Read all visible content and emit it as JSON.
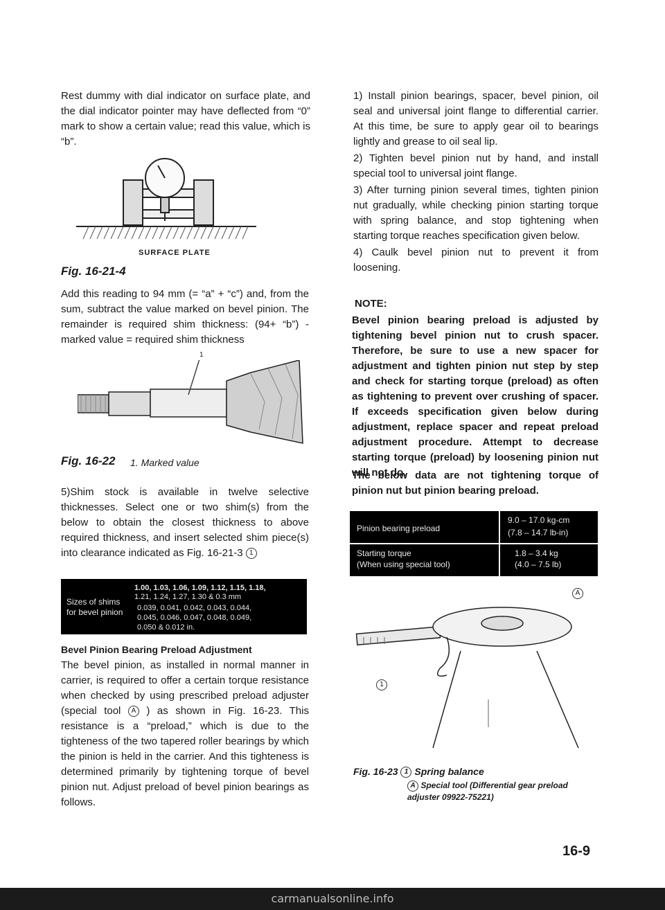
{
  "left": {
    "para1": "Rest dummy with dial indicator on surface plate, and the dial indicator pointer may have deflected from “0” mark to show a certain value; read this value, which is “b”.",
    "fig4_label": "SURFACE PLATE",
    "fig4_caption": "Fig. 16-21-4",
    "para2": "Add this reading to 94 mm (= “a” + “c”) and, from the sum, subtract the value marked on bevel pinion. The remainder is required shim thickness: (94+ “b”) - marked value = required shim thickness",
    "fig22_callout": "1",
    "fig22_caption": "Fig. 16-22",
    "fig22_note": "1. Marked value",
    "step5": "5)Shim stock is available in twelve selective thicknesses. Select one or two shim(s) from the below to obtain the closest thickness to above required thickness, and insert selected shim piece(s) into clearance indicated as Fig. 16-21-3",
    "step5_ref": "1",
    "shim_table": {
      "label": "Sizes of shims for bevel pinion",
      "mm_line1": "1.00, 1.03, 1.06, 1.09, 1.12, 1.15, 1.18,",
      "mm_line2": "1.21, 1.24, 1.27, 1.30 & 0.3 mm",
      "in_line1": "0.039, 0.041, 0.042, 0.043, 0.044,",
      "in_line2": "0.045, 0.046, 0.047, 0.048, 0.049,",
      "in_line3": "0.050 & 0.012 in."
    },
    "heading": "Bevel Pinion Bearing Preload Adjustment",
    "para3": "The bevel pinion, as installed in normal manner in carrier, is required to offer a certain torque resistance when checked by using prescribed preload adjuster (special tool",
    "para3_tool": "A",
    "para3_rest": ") as shown in Fig. 16-23. This resistance is a “preload,” which is due to the tighteness of the two tapered roller bearings by which the pinion is held in the carrier. And this tighteness is determined primarily by tightening torque of bevel pinion nut. Adjust preload of bevel pinion bearings as follows."
  },
  "right": {
    "steps": [
      {
        "num": "1)",
        "text": "Install pinion bearings, spacer, bevel pinion, oil seal and universal joint flange to differential carrier. At this time, be sure to apply gear oil to bearings lightly and grease to oil seal lip."
      },
      {
        "num": "2)",
        "text": "Tighten bevel pinion nut by hand, and install special tool to universal joint flange."
      },
      {
        "num": "3)",
        "text": "After turning pinion several times, tighten pinion nut gradually, while checking pinion starting torque with spring balance, and stop tightening when starting torque reaches specification given below."
      },
      {
        "num": "4)",
        "text": "Caulk bevel pinion nut to prevent it from loosening."
      }
    ],
    "note_title": "NOTE:",
    "note_body": "Bevel pinion bearing preload is adjusted by tightening bevel pinion nut to crush spacer. Therefore, be sure to use a new spacer for adjustment and tighten pinion nut step by step and check for starting torque (preload) as often as tightening to prevent over crushing of spacer. If exceeds specification given below during adjustment, replace spacer and repeat preload adjustment procedure. Attempt to decrease starting torque (preload) by loosening pinion nut will not do.",
    "note_extra": "The below data are not tightening torque of pinion nut but pinion bearing preload.",
    "preload_table": {
      "row1_label": "Pinion bearing preload",
      "row1_v1": "9.0 – 17.0 kg-cm",
      "row1_v2": "(7.8 – 14.7 lb-in)",
      "row2_label1": "Starting torque",
      "row2_label2": "(When using special tool)",
      "row2_v1": "1.8 – 3.4 kg",
      "row2_v2": "(4.0 – 7.5 lb)"
    },
    "fig23_callout_a": "A",
    "fig23_callout_1": "1",
    "fig23_caption": "Fig. 16-23",
    "fig23_item1": "Spring balance",
    "fig23_item2": "Special tool (Differential gear preload adjuster 09922-75221)"
  },
  "page_number": "16-9",
  "footer": "carmanualsonline.info"
}
